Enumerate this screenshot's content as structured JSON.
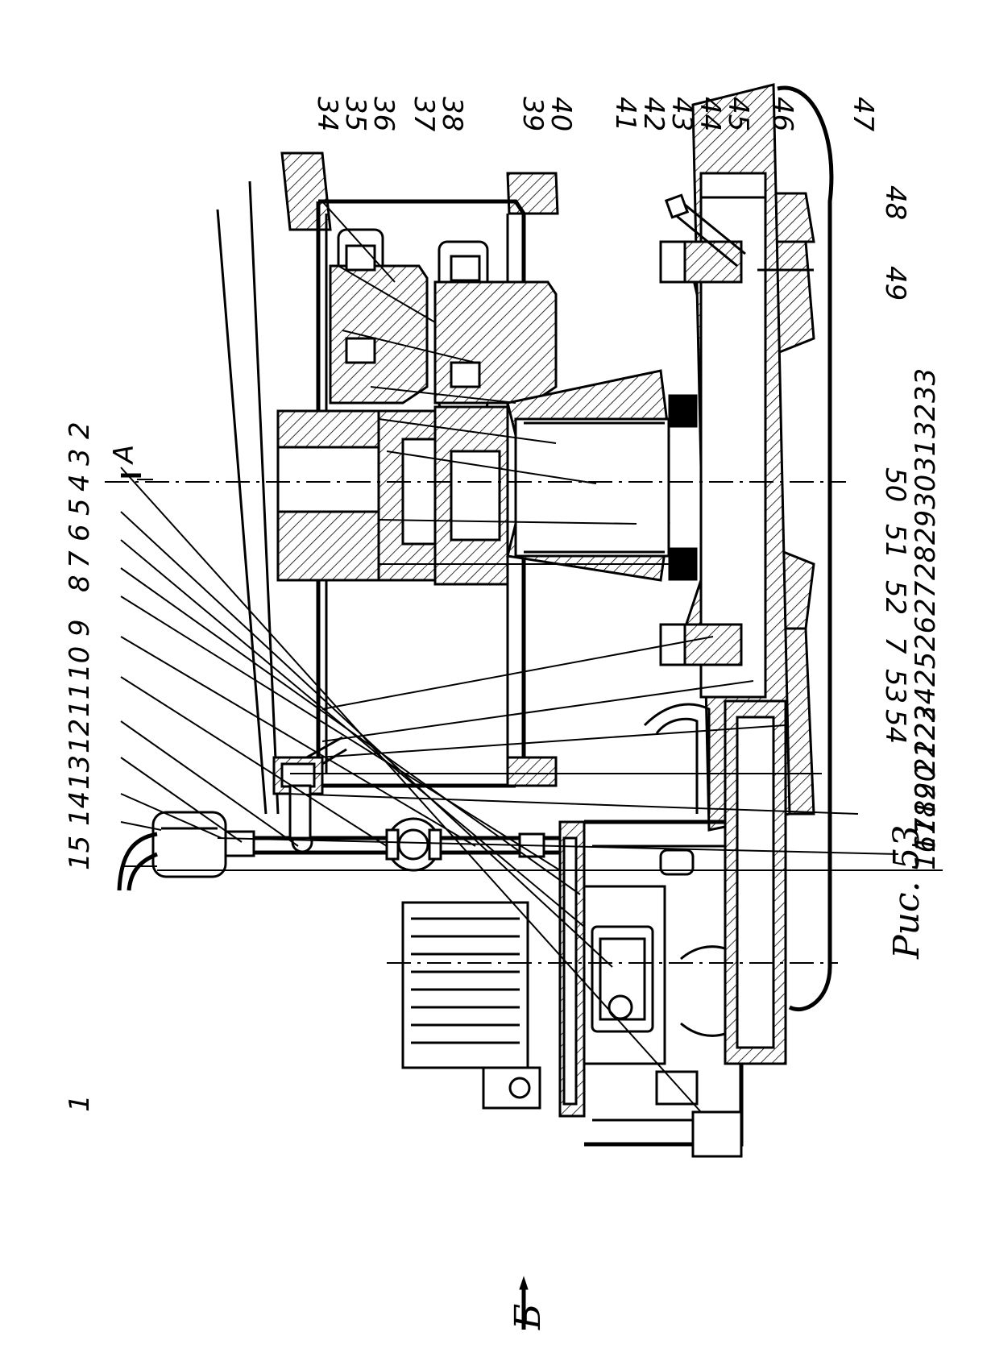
{
  "drawing": {
    "caption": "Рис. 53",
    "section_mark": "A",
    "view_mark": "Б",
    "callouts_left_labels": [
      "15",
      "14",
      "13",
      "12",
      "11",
      "10",
      "9",
      "8",
      "7",
      "6",
      "5",
      "4",
      "3",
      "2",
      "1"
    ],
    "callouts_left_labels_extra": [
      "16",
      "17",
      "18",
      "19",
      "20",
      "21",
      "22",
      "23",
      "24",
      "25",
      "26",
      "27",
      "28",
      "29",
      "30",
      "31",
      "32",
      "33"
    ],
    "callouts_top_labels": [
      "34",
      "35",
      "36",
      "37",
      "38",
      "39",
      "40",
      "41",
      "42",
      "43",
      "44",
      "45",
      "46",
      "47"
    ],
    "callouts_right_labels": [
      "48",
      "49",
      "50",
      "51",
      "52",
      "7",
      "53",
      "54"
    ]
  }
}
